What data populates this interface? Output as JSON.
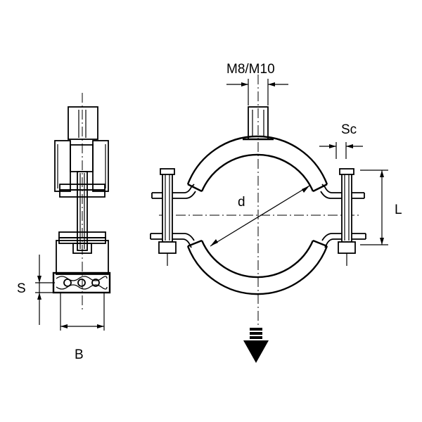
{
  "labels": {
    "thread": "M8/M10",
    "screw_distance": "Sc",
    "diameter": "d",
    "length": "L",
    "thickness": "S",
    "width": "B"
  },
  "colors": {
    "stroke": "#000000",
    "background": "#ffffff"
  },
  "icons": {
    "load_direction": "down-arrow-icon"
  }
}
